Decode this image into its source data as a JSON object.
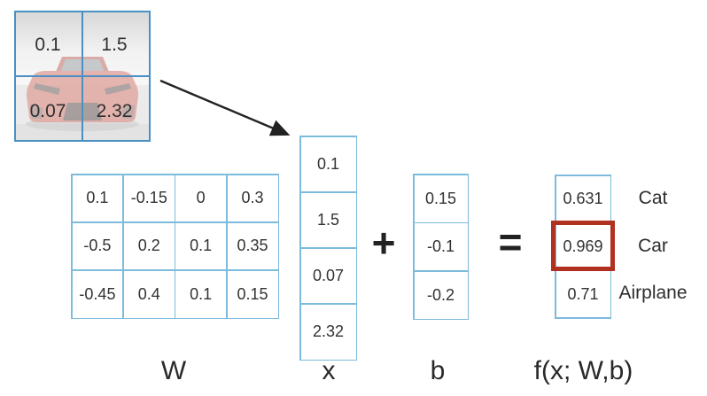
{
  "image_panel": {
    "description": "photo of a red sports car divided into a 2x2 grid of pixel values",
    "values": [
      [
        "0.1",
        "1.5"
      ],
      [
        "0.07",
        "2.32"
      ]
    ]
  },
  "w_matrix": {
    "label": "W",
    "rows": [
      [
        "0.1",
        "-0.15",
        "0",
        "0.3"
      ],
      [
        "-0.5",
        "0.2",
        "0.1",
        "0.35"
      ],
      [
        "-0.45",
        "0.4",
        "0.1",
        "0.15"
      ]
    ]
  },
  "x_vector": {
    "label": "x",
    "values": [
      "0.1",
      "1.5",
      "0.07",
      "2.32"
    ]
  },
  "operators": {
    "plus": "+",
    "equals": "="
  },
  "b_vector": {
    "label": "b",
    "values": [
      "0.15",
      "-0.1",
      "-0.2"
    ]
  },
  "f_vector": {
    "label": "f(x; W,b)",
    "values": [
      "0.631",
      "0.969",
      "0.71"
    ],
    "classes": [
      "Cat",
      "Car",
      "Airplane"
    ],
    "highlight_index": 1,
    "highlighted_class": "Car"
  },
  "colors": {
    "image_grid_blue": "#4a90c4",
    "box_border_blue": "#7dbbdd",
    "highlight_red": "#b2301f",
    "text": "#2d2d2d"
  }
}
